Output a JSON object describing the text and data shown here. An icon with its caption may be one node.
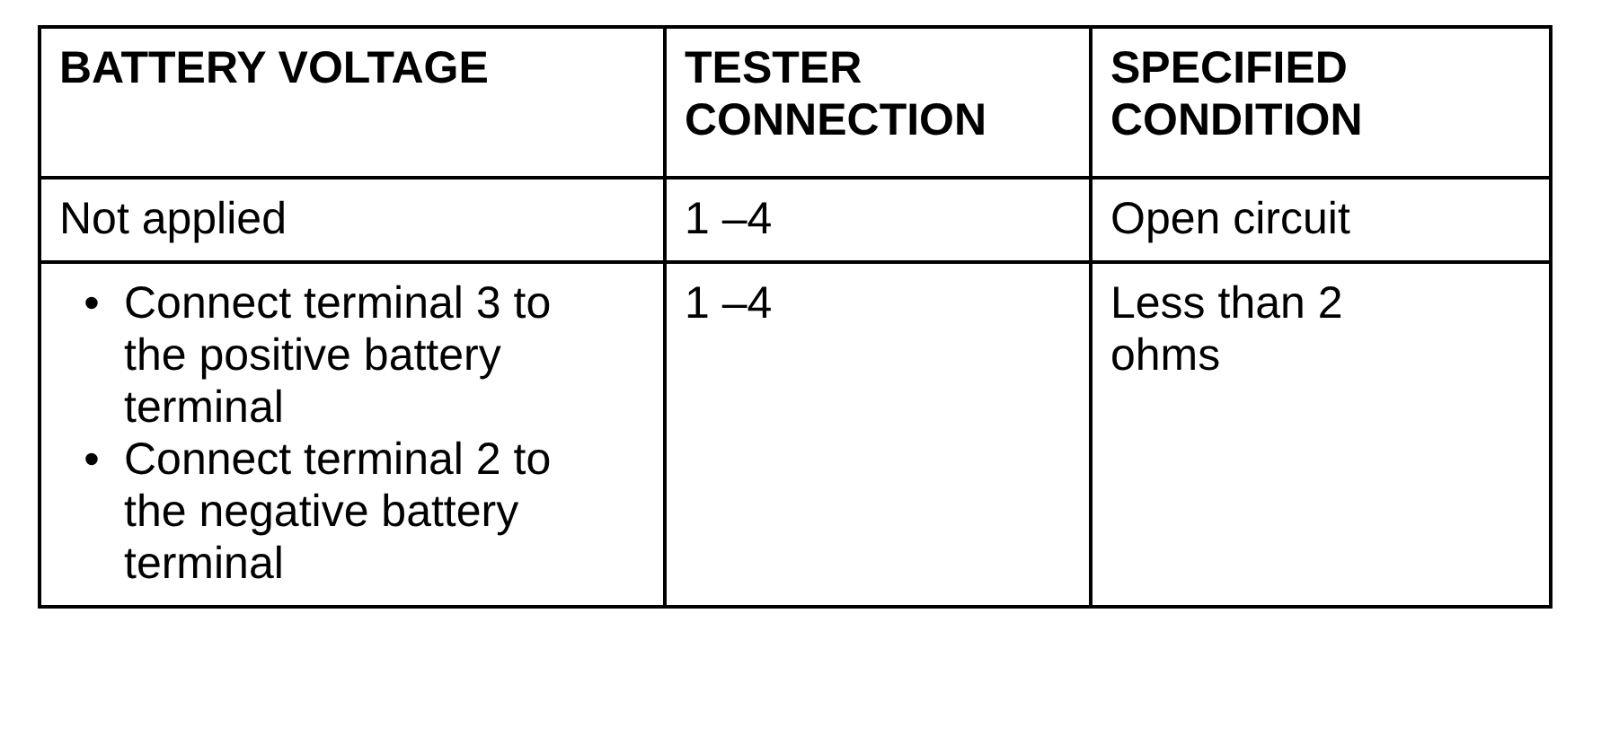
{
  "diagram": {
    "labels": [
      "BATTERY VOLTAGE",
      "TESTER CONNECTION",
      "SPECIFIED CONDITION",
      "Not applied",
      "1 –4",
      "Open circuit",
      "•",
      "Connect terminal 3 to the positive battery terminal",
      "•",
      "Connect terminal 2 to the negative battery terminal",
      "1 –4",
      "Less than 2 ohms"
    ]
  }
}
